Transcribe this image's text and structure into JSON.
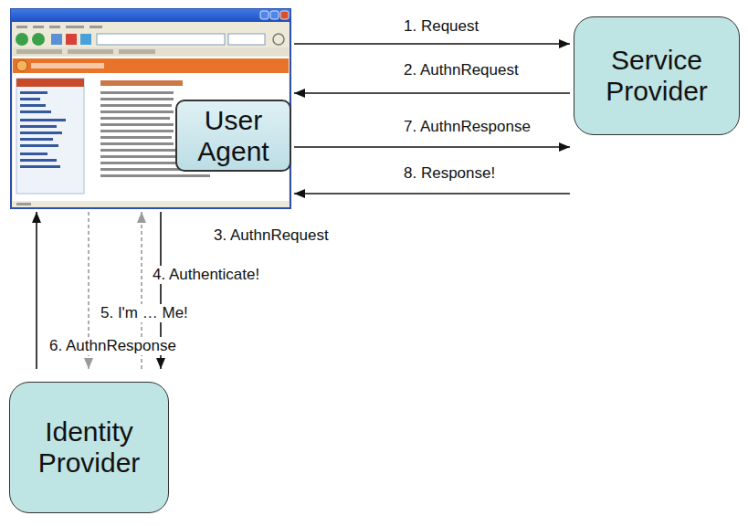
{
  "diagram": {
    "nodes": [
      {
        "text": [
          "User Agent"
        ]
      },
      {
        "text": [
          "Service Provider"
        ]
      },
      {
        "text": [
          "Identity Provider"
        ]
      }
    ],
    "edges": [
      {
        "from": 0,
        "to": 1,
        "label": "1. Request",
        "arrow": "to"
      },
      {
        "from": 1,
        "to": 0,
        "label": "2. AuthnRequest",
        "arrow": "to"
      },
      {
        "from": 0,
        "to": 2,
        "label": "3. AuthnRequest",
        "arrow": "to"
      },
      {
        "from": 2,
        "to": 0,
        "label": "4. Authenticate!",
        "arrow": "to"
      },
      {
        "from": 0,
        "to": 2,
        "label": "5. I'm … Me!",
        "arrow": "to"
      },
      {
        "from": 2,
        "to": 0,
        "label": "6. AuthnResponse",
        "arrow": "to"
      },
      {
        "from": 0,
        "to": 1,
        "label": "7. AuthnResponse",
        "arrow": "to"
      },
      {
        "from": 1,
        "to": 0,
        "label": "8. Response!",
        "arrow": "to"
      }
    ]
  }
}
